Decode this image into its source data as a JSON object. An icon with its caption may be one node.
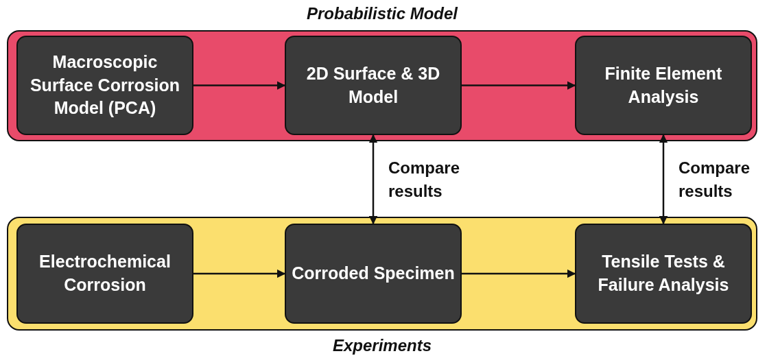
{
  "diagram": {
    "nodes": [
      {
        "text": [
          "Probabilistic Model"
        ]
      },
      {
        "text": [
          "Macroscopic Surface Corrosion Model (PCA)"
        ],
        "in": 0
      },
      {
        "text": [
          "2D Surface & 3D Model"
        ],
        "in": 0
      },
      {
        "text": [
          "Finite Element Analysis"
        ],
        "in": 0
      },
      {
        "text": [
          "Experiments"
        ]
      },
      {
        "text": [
          "Electrochemical Corrosion"
        ],
        "in": 4
      },
      {
        "text": [
          "Corroded Specimen"
        ],
        "in": 4
      },
      {
        "text": [
          "Tensile Tests & Failure Analysis"
        ],
        "in": 4
      }
    ],
    "edges": [
      {
        "from": 1,
        "to": 2,
        "arrow": "to"
      },
      {
        "from": 2,
        "to": 3,
        "arrow": "to"
      },
      {
        "from": 2,
        "to": 6,
        "arrow": "both",
        "label": "Compare results"
      },
      {
        "from": 3,
        "to": 7,
        "arrow": "both",
        "label": "Compare results"
      },
      {
        "from": 5,
        "to": 6,
        "arrow": "to"
      },
      {
        "from": 6,
        "to": 7,
        "arrow": "to"
      }
    ]
  }
}
